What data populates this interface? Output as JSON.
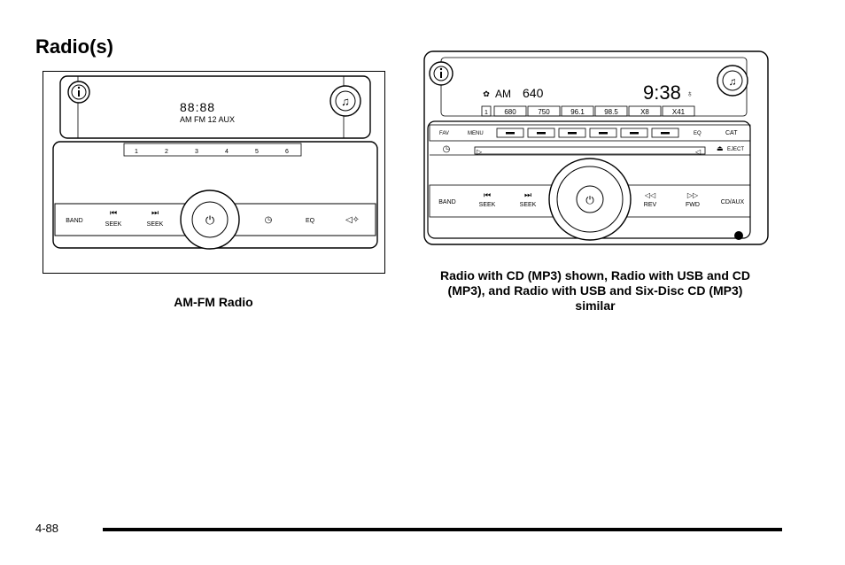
{
  "page": {
    "title": "Radio(s)",
    "page_number": "4-88"
  },
  "figure_am_fm": {
    "display_digits": "88:88",
    "display_bands": "AM FM 12 AUX",
    "presets": [
      "1",
      "2",
      "3",
      "4",
      "5",
      "6"
    ],
    "buttons": {
      "band": "BAND",
      "seek_back": "SEEK",
      "seek_forward": "SEEK",
      "eq": "EQ"
    },
    "caption": "AM-FM Radio"
  },
  "figure_cd": {
    "display_band": "AM",
    "display_frequency": "640",
    "display_time": "9:38",
    "favorite_presets": [
      "680",
      "750",
      "96.1",
      "98.5",
      "X8",
      "X41"
    ],
    "preset_page": "1",
    "buttons": {
      "fav": "FAV",
      "menu": "MENU",
      "eq": "EQ",
      "cat": "CAT",
      "eject": "EJECT",
      "band": "BAND",
      "seek_back": "SEEK",
      "seek_forward": "SEEK",
      "rev": "REV",
      "fwd": "FWD",
      "cd_aux": "CD/AUX"
    },
    "caption_line1": "Radio with CD (MP3) shown, Radio with USB and CD",
    "caption_line2": "(MP3), and Radio with USB and Six-Disc CD (MP3)",
    "caption_line3": "similar"
  }
}
